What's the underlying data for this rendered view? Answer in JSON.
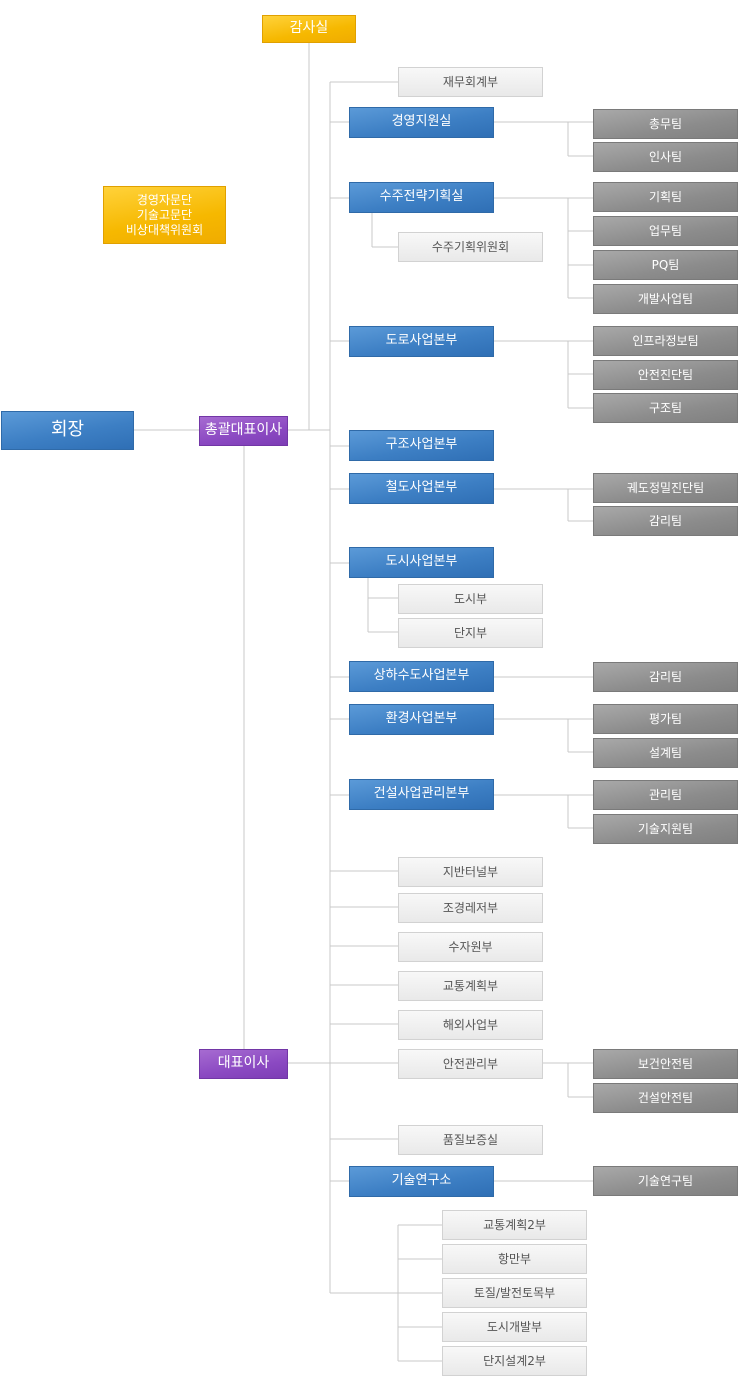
{
  "nodes": {
    "gamsa": "감사실",
    "advisory": "경영자문단\n기술고문단\n비상대책위원회",
    "chairman": "회장",
    "president": "총괄대표이사",
    "ceo": "대표이사",
    "finance": "재무회계부",
    "mgmt_support": "경영지원실",
    "general_affairs": "총무팀",
    "hr": "인사팀",
    "strategy": "수주전략기획실",
    "strategy_committee": "수주기획위원회",
    "planning": "기획팀",
    "business": "업무팀",
    "pq": "PQ팀",
    "dev_business": "개발사업팀",
    "road": "도로사업본부",
    "infra_info": "인프라정보팀",
    "safety_diag": "안전진단팀",
    "structure_team": "구조팀",
    "structure_hq": "구조사업본부",
    "rail": "철도사업본부",
    "track_diag": "궤도정밀진단팀",
    "rail_supervision": "감리팀",
    "urban": "도시사업본부",
    "urban_dept": "도시부",
    "complex_dept": "단지부",
    "water": "상하수도사업본부",
    "water_supervision": "감리팀",
    "env": "환경사업본부",
    "evaluation": "평가팀",
    "design": "설계팀",
    "construction": "건설사업관리본부",
    "management": "관리팀",
    "tech_support": "기술지원팀",
    "tunnel": "지반터널부",
    "landscape": "조경레저부",
    "water_resources": "수자원부",
    "traffic": "교통계획부",
    "overseas": "해외사업부",
    "safety_mgmt": "안전관리부",
    "health_safety": "보건안전팀",
    "construction_safety": "건설안전팀",
    "quality": "품질보증실",
    "institute": "기술연구소",
    "research_team": "기술연구팀",
    "traffic2": "교통계획2부",
    "port": "항만부",
    "soil_civil": "토질/발전토목부",
    "urban_dev": "도시개발부",
    "complex_design2": "단지설계2부"
  }
}
